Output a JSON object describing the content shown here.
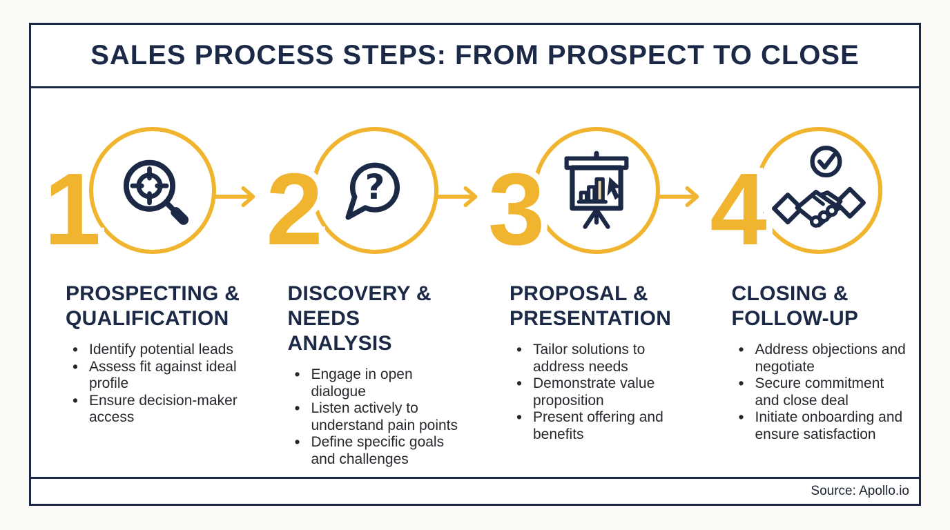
{
  "header": {
    "title": "SALES PROCESS STEPS: FROM PROSPECT TO CLOSE"
  },
  "footer": {
    "source": "Source: Apollo.io"
  },
  "colors": {
    "accent_yellow": "#F1B42E",
    "navy": "#1B2946",
    "bullet_text": "#26282D",
    "chart_bar_highlight": "#EBD7A4"
  },
  "steps": [
    {
      "number": "1",
      "icon": "magnifier-target-icon",
      "title": "PROSPECTING &\nQUALIFICATION",
      "bullets": [
        "Identify potential leads",
        "Assess fit against ideal\nprofile",
        "Ensure decision-maker\naccess"
      ]
    },
    {
      "number": "2",
      "icon": "question-bubble-icon",
      "title": "DISCOVERY &\nNEEDS ANALYSIS",
      "bullets": [
        "Engage in open\ndialogue",
        "Listen actively to\nunderstand pain points",
        "Define specific goals\nand challenges"
      ]
    },
    {
      "number": "3",
      "icon": "presentation-chart-icon",
      "title": "PROPOSAL &\nPRESENTATION",
      "bullets": [
        "Tailor solutions to\naddress needs",
        "Demonstrate value\nproposition",
        "Present offering and\nbenefits"
      ]
    },
    {
      "number": "4",
      "icon": "handshake-check-icon",
      "title": "CLOSING &\nFOLLOW-UP",
      "bullets": [
        "Address objections and\nnegotiate",
        "Secure commitment\nand close deal",
        "Initiate onboarding and\nensure satisfaction"
      ]
    }
  ],
  "question_mark": "?"
}
